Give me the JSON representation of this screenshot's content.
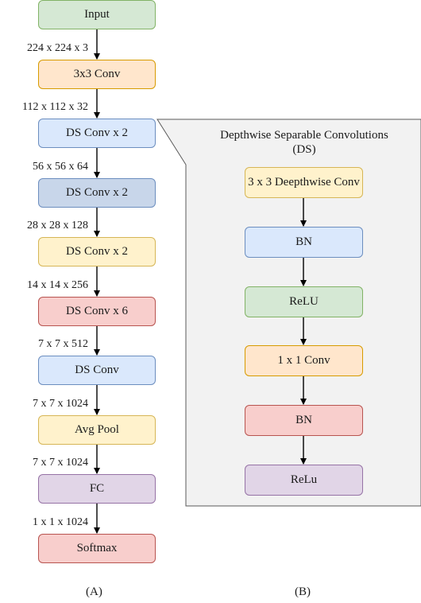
{
  "colors": {
    "green": {
      "fill": "#d5e8d4",
      "stroke": "#82b366"
    },
    "orange": {
      "fill": "#ffe6cc",
      "stroke": "#d79b00"
    },
    "blue": {
      "fill": "#dae8fc",
      "stroke": "#6c8ebf"
    },
    "steel": {
      "fill": "#c8d6ea",
      "stroke": "#6c8ebf"
    },
    "yellow": {
      "fill": "#fff2cc",
      "stroke": "#d6b656"
    },
    "red": {
      "fill": "#f8cecc",
      "stroke": "#b85450"
    },
    "purple": {
      "fill": "#e1d5e7",
      "stroke": "#9673a6"
    },
    "panel": {
      "fill": "#f2f2f2",
      "stroke": "#595959"
    }
  },
  "diagram_a": {
    "caption": "(A)",
    "nodes": [
      {
        "label": "Input",
        "color": "green"
      },
      {
        "label": "3x3 Conv",
        "color": "orange"
      },
      {
        "label": "DS Conv x 2",
        "color": "blue"
      },
      {
        "label": "DS Conv x 2",
        "color": "steel"
      },
      {
        "label": "DS Conv x 2",
        "color": "yellow"
      },
      {
        "label": "DS Conv x 6",
        "color": "red"
      },
      {
        "label": "DS Conv",
        "color": "blue"
      },
      {
        "label": "Avg Pool",
        "color": "yellow"
      },
      {
        "label": "FC",
        "color": "purple"
      },
      {
        "label": "Softmax",
        "color": "red"
      }
    ],
    "dims": [
      "224 x 224 x 3",
      "112 x 112 x 32",
      "56 x 56 x 64",
      "28 x 28 x 128",
      "14 x 14 x 256",
      "7 x 7 x 512",
      "7 x 7 x 1024",
      "7 x 7 x 1024",
      "1 x 1 x 1024"
    ]
  },
  "diagram_b": {
    "caption": "(B)",
    "title_line1": "Depthwise Separable Convolutions",
    "title_line2": "(DS)",
    "nodes": [
      {
        "label": "3 x 3 Deepthwise Conv",
        "color": "yellow"
      },
      {
        "label": "BN",
        "color": "blue"
      },
      {
        "label": "ReLU",
        "color": "green"
      },
      {
        "label": "1 x 1 Conv",
        "color": "orange"
      },
      {
        "label": "BN",
        "color": "red"
      },
      {
        "label": "ReLu",
        "color": "purple"
      }
    ]
  }
}
